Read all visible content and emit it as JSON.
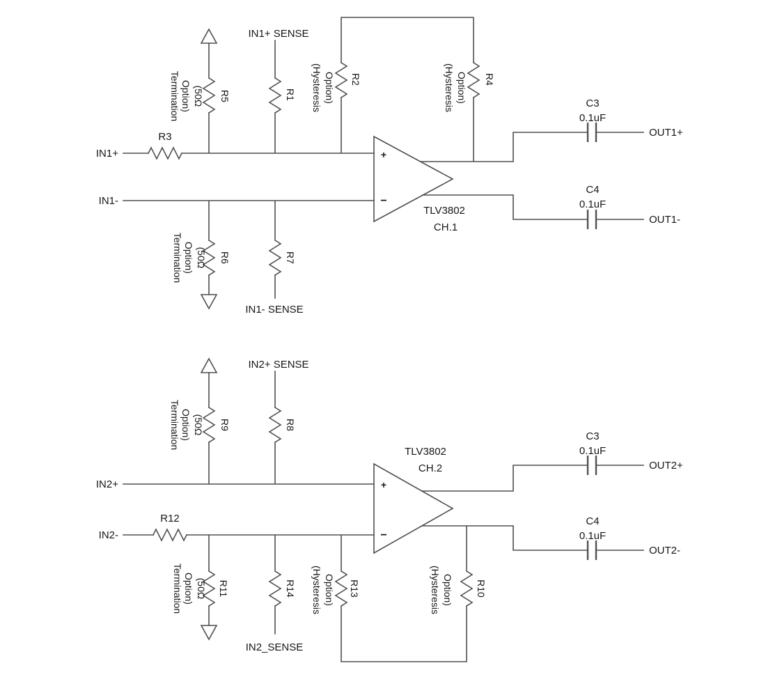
{
  "colors": {
    "background": "#ffffff",
    "wire": "#4f4f4f",
    "text": "#161616"
  },
  "ch1": {
    "in_pos": "IN1+",
    "in_neg": "IN1-",
    "r3": "R3",
    "sense_pos": "IN1+ SENSE",
    "sense_neg": "IN1- SENSE",
    "device": "TLV3802",
    "channel": "CH.1",
    "plus": "+",
    "minus": "−",
    "r5": "R5",
    "r1": "R1",
    "r2": "R2",
    "r4": "R4",
    "r6": "R6",
    "r7": "R7",
    "term_r5": [
      "Termination",
      "Option)",
      "(50Ω"
    ],
    "term_r6": [
      "Termination",
      "Option)",
      "(50Ω"
    ],
    "hyst_r2": [
      "(Hysteresis",
      "Option)"
    ],
    "hyst_r4": [
      "(Hysteresis",
      "Option)"
    ],
    "c3": "C3",
    "c3_value": "0.1uF",
    "c4": "C4",
    "c4_value": "0.1uF",
    "out_pos": "OUT1+",
    "out_neg": "OUT1-"
  },
  "ch2": {
    "in_pos": "IN2+",
    "in_neg": "IN2-",
    "r12": "R12",
    "sense_pos": "IN2+ SENSE",
    "sense_neg": "IN2_SENSE",
    "device": "TLV3802",
    "channel": "CH.2",
    "plus": "+",
    "minus": "−",
    "r9": "R9",
    "r8": "R8",
    "r11": "R11",
    "r14": "R14",
    "r13": "R13",
    "r10": "R10",
    "term_r9": [
      "Termination",
      "Option)",
      "(50Ω"
    ],
    "term_r11": [
      "Termination",
      "Option)",
      "(50Ω"
    ],
    "hyst_r13": [
      "(Hysteresis",
      "Option)"
    ],
    "hyst_r10": [
      "(Hysteresis",
      "Option)"
    ],
    "c3": "C3",
    "c3_value": "0.1uF",
    "c4": "C4",
    "c4_value": "0.1uF",
    "out_pos": "OUT2+",
    "out_neg": "OUT2-"
  }
}
